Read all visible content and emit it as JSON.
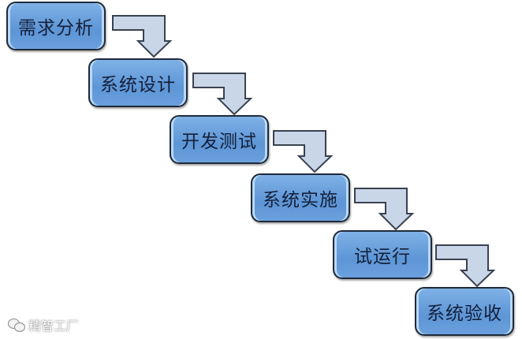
{
  "steps": [
    {
      "label": "需求分析"
    },
    {
      "label": "系统设计"
    },
    {
      "label": "开发测试"
    },
    {
      "label": "系统实施"
    },
    {
      "label": "试运行"
    },
    {
      "label": "系统验收"
    }
  ],
  "watermark": {
    "icon": "wechat-icon",
    "text": "精智工厂"
  },
  "colors": {
    "box_fill": "#6aa0dc",
    "arrow_fill": "#c9d6e8",
    "outline": "#1f2a3a"
  }
}
